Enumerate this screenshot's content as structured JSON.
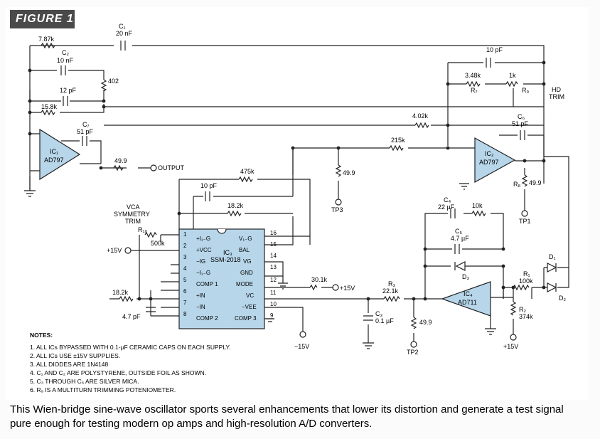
{
  "figure_tag": "FIGURE 1",
  "caption": "This Wien-bridge sine-wave oscillator sports several enhancements that lower its distortion and generate a test signal pure enough for testing modern op amps and high-resolution A/D converters.",
  "notes": {
    "title": "NOTES:",
    "items": [
      "1. ALL ICs BYPASSED WITH 0.1-µF CERAMIC CAPS ON EACH SUPPLY.",
      "2. ALL ICs USE ±15V SUPPLIES.",
      "3. ALL DIODES ARE 1N4148",
      "4. C₁ AND C₂ ARE POLYSTYRENE, OUTSIDE FOIL AS SHOWN.",
      "5. C₃ THROUGH C₆ ARE SILVER MICA.",
      "6. R₉ IS A MULTITURN TRIMMING POTENIOMETER."
    ]
  },
  "labels": {
    "c1_name": "C₁",
    "c1_val": "20 nF",
    "r_787k": "7.87k",
    "c2_name": "C₂",
    "c2_val": "10 nF",
    "r_402": "402",
    "c_12pf": "12 pF",
    "r_158k": "15.8k",
    "c7_name": "C₇",
    "c7_val": "51 pF",
    "ic1_name": "IC₁",
    "ic1_part": "AD797",
    "r_499_out": "49.9",
    "output": "OUTPUT",
    "c_10pf_top": "10 pF",
    "r_348k": "3.48k",
    "r7": "R₇",
    "r_1k": "1k",
    "r9": "R₉",
    "hd_trim_1": "HD",
    "hd_trim_2": "TRIM",
    "r_402k": "4.02k",
    "c6_name": "C₆",
    "c6_val": "51 pF",
    "r_215k": "215k",
    "ic2_name": "IC₂",
    "ic2_part": "AD797",
    "r8": "R₈",
    "r8_val": "49.9",
    "tp1": "TP1",
    "r_475k": "475k",
    "r_499_tp3": "49.9",
    "tp3": "TP3",
    "c_10pf_mid": "10 pF",
    "r_182k_top": "18.2k",
    "vca_1": "VCA",
    "vca_2": "SYMMETRY",
    "vca_3": "TRIM",
    "r10": "R₁₀",
    "r10_val": "500k",
    "plus15v_left": "+15V",
    "ic3_name": "IC₃",
    "ic3_part": "SSM-2018",
    "pin_left": [
      "+I₁₋G",
      "+VCC",
      "−IG",
      "−I₁₋G",
      "COMP 1",
      "+IN",
      "−IN",
      "COMP 2"
    ],
    "pin_right": [
      "V₁₋G",
      "BAL",
      "VG",
      "GND",
      "MODE",
      "VC",
      "−VEE",
      "COMP 3"
    ],
    "pin_num_left": [
      "1",
      "2",
      "3",
      "4",
      "5",
      "6",
      "7",
      "8"
    ],
    "pin_num_right": [
      "16",
      "15",
      "14",
      "13",
      "12",
      "11",
      "10",
      "9"
    ],
    "r_182k_bottom": "18.2k",
    "c_47pf": "4.7 pF",
    "minus15v": "−15V",
    "r_301k": "30.1k",
    "plus15v_mode": "+15V",
    "r3": "R₃",
    "r3_val": "22.1k",
    "c3_name": "C₃",
    "c3_val": "0.1 µF",
    "r_499_tp2": "49.9",
    "tp2": "TP2",
    "c4_name": "C₄",
    "c4_val": "22 µF",
    "r_10k": "10k",
    "c5_name": "C₅",
    "c5_val": "4.7 µF",
    "d3": "D₃",
    "ic4_name": "IC₄",
    "ic4_part": "AD711",
    "r1": "R₁",
    "r1_val": "100k",
    "r2": "R₂",
    "r2_val": "374k",
    "d1": "D₁",
    "d2": "D₂",
    "plus15v_r2": "+15V"
  },
  "colors": {
    "ic_fill": "#b7d6ea",
    "tag_bg": "#4a4a4a",
    "wire": "#222222"
  }
}
